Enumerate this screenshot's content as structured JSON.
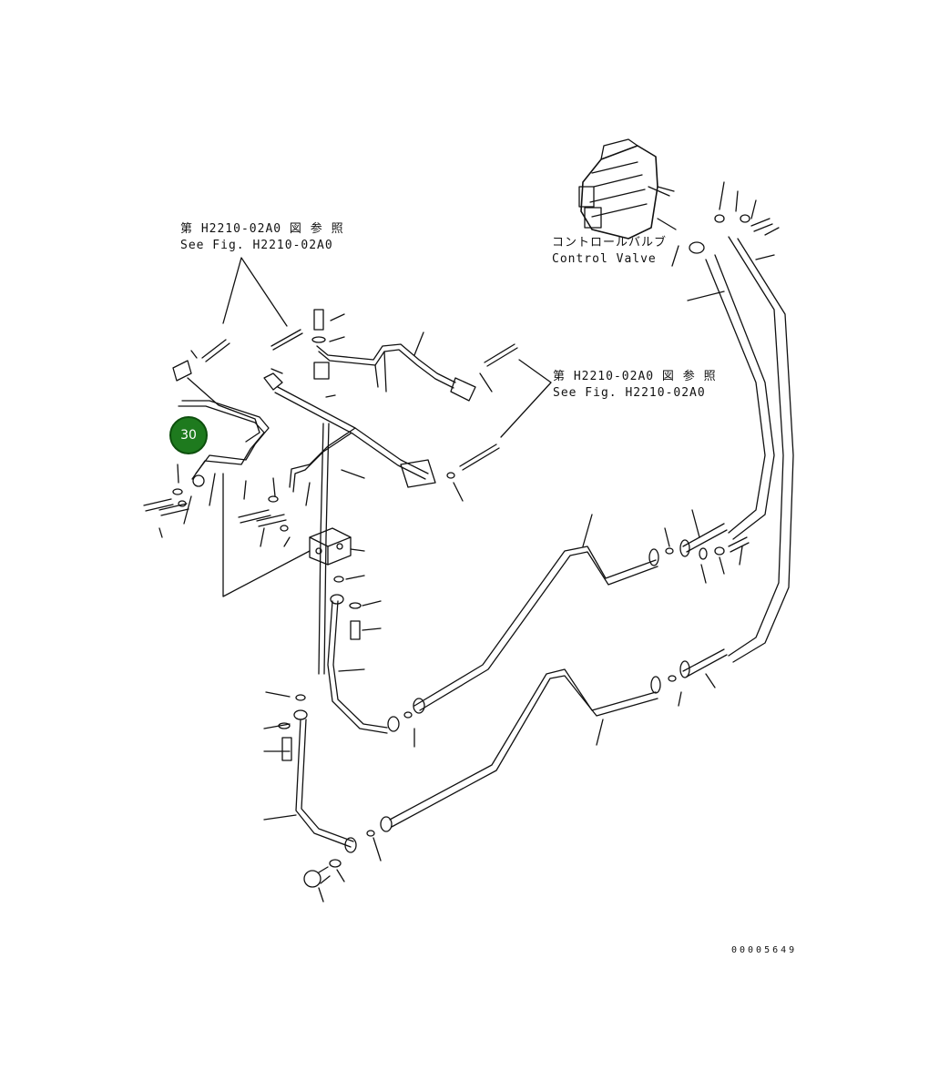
{
  "references": {
    "left": {
      "jp": "第 H2210-02A0 図 参 照",
      "en": "See Fig. H2210-02A0"
    },
    "right": {
      "jp": "第 H2210-02A0 図 参 照",
      "en": "See Fig. H2210-02A0"
    }
  },
  "control_valve_label": {
    "jp": "コントロールバルブ",
    "en": "Control Valve"
  },
  "callout": {
    "number": "30",
    "color": "#1e7a1e"
  },
  "drawing_number": "00005649"
}
